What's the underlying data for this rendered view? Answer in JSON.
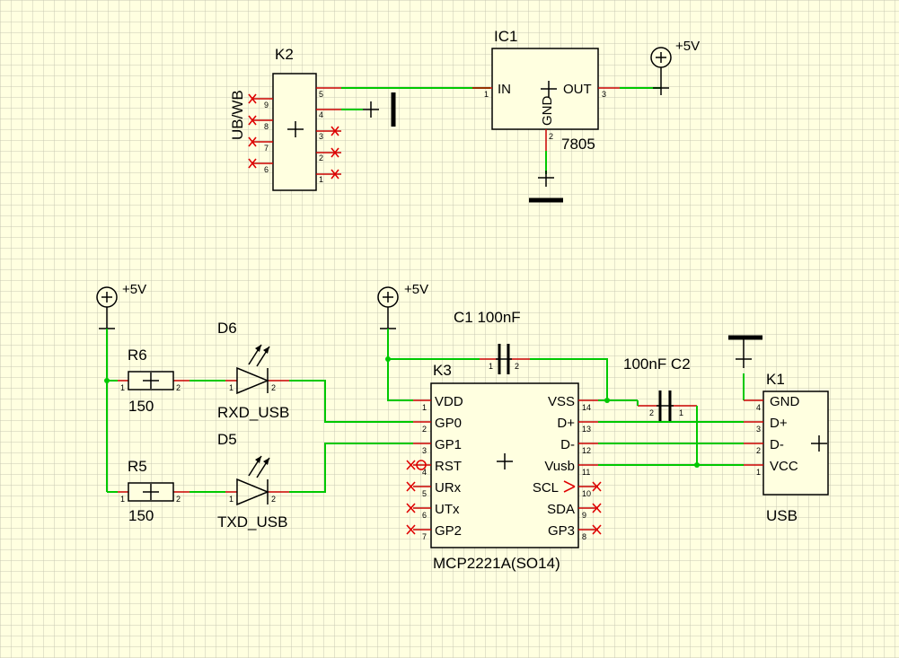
{
  "components": {
    "k2": {
      "ref": "K2",
      "side_label": "UB/WB",
      "pins_right": [
        "5",
        "4",
        "3",
        "2",
        "1"
      ],
      "pins_left": [
        "9",
        "8",
        "7",
        "6"
      ]
    },
    "ic1": {
      "ref": "IC1",
      "value": "7805",
      "pin_in": "IN",
      "pin_out": "OUT",
      "pin_gnd": "GND",
      "num_in": "1",
      "num_out": "3",
      "num_gnd": "2"
    },
    "pwr_top": {
      "label": "+5V"
    },
    "pwr_left": {
      "label": "+5V"
    },
    "pwr_mid": {
      "label": "+5V"
    },
    "r6": {
      "ref": "R6",
      "value": "150",
      "pin1": "1",
      "pin2": "2"
    },
    "r5": {
      "ref": "R5",
      "value": "150",
      "pin1": "1",
      "pin2": "2"
    },
    "d6": {
      "ref": "D6",
      "value": "RXD_USB",
      "pin1": "1",
      "pin2": "2"
    },
    "d5": {
      "ref": "D5",
      "value": "TXD_USB",
      "pin1": "1",
      "pin2": "2"
    },
    "c1": {
      "label": "C1 100nF",
      "pin1": "1",
      "pin2": "2"
    },
    "c2": {
      "label": "100nF C2",
      "pin1": "1",
      "pin2": "2"
    },
    "k3": {
      "ref": "K3",
      "value": "MCP2221A(SO14)",
      "left_pins": [
        {
          "name": "VDD",
          "num": "1"
        },
        {
          "name": "GP0",
          "num": "2"
        },
        {
          "name": "GP1",
          "num": "3"
        },
        {
          "name": "RST",
          "num": "4"
        },
        {
          "name": "URx",
          "num": "5"
        },
        {
          "name": "UTx",
          "num": "6"
        },
        {
          "name": "GP2",
          "num": "7"
        }
      ],
      "right_pins": [
        {
          "name": "VSS",
          "num": "14"
        },
        {
          "name": "D+",
          "num": "13"
        },
        {
          "name": "D-",
          "num": "12"
        },
        {
          "name": "Vusb",
          "num": "11"
        },
        {
          "name": "SCL",
          "num": "10"
        },
        {
          "name": "SDA",
          "num": "9"
        },
        {
          "name": "GP3",
          "num": "8"
        }
      ]
    },
    "k1": {
      "ref": "K1",
      "value": "USB",
      "pins": [
        {
          "name": "GND",
          "num": "4"
        },
        {
          "name": "D+",
          "num": "3"
        },
        {
          "name": "D-",
          "num": "2"
        },
        {
          "name": "VCC",
          "num": "1"
        }
      ]
    }
  }
}
